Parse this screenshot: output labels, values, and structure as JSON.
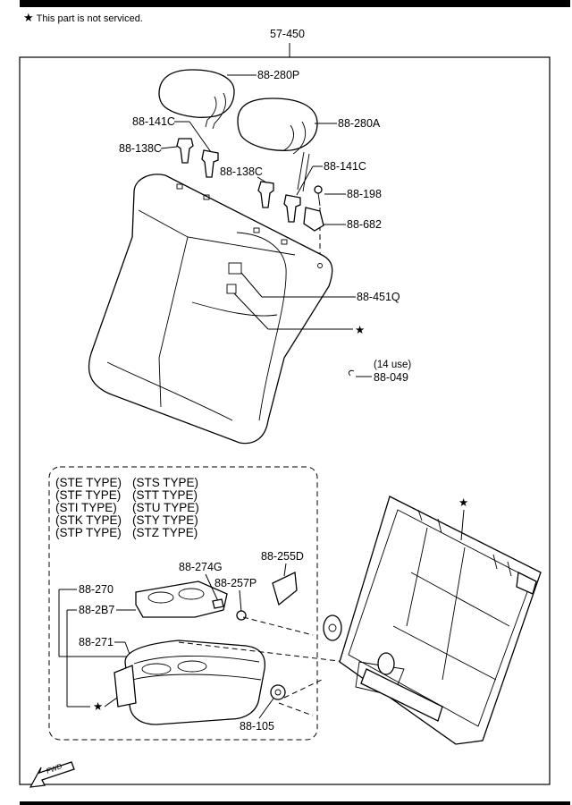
{
  "header": {
    "note_star": "★",
    "note_text": "This part is not serviced."
  },
  "callouts": {
    "assembly": "57-450",
    "headrest_p": "88-280P",
    "headrest_a": "88-280A",
    "guide_141c_left": "88-141C",
    "guide_141c_right": "88-141C",
    "guide_138c_left": "88-138C",
    "guide_138c_right": "88-138C",
    "screw": "88-198",
    "bracket": "88-682",
    "seatback_cover": "88-451Q",
    "clip_qty": "(14 use)",
    "clip": "88-049",
    "armrest_group": "88-270",
    "cup_holder": "88-2B7",
    "armrest": "88-271",
    "hinge_bolt": "88-274G",
    "nut": "88-257P",
    "cover": "88-255D",
    "bushing": "88-105"
  },
  "types": [
    "(STE TYPE)",
    "(STS TYPE)",
    "(STF TYPE)",
    "(STT TYPE)",
    "(STI TYPE)",
    "(STU TYPE)",
    "(STK TYPE)",
    "(STY TYPE)",
    "(STP TYPE)",
    "(STZ TYPE)"
  ],
  "star_marks": [
    "★",
    "★",
    "★"
  ],
  "fwd_label": "FWD"
}
